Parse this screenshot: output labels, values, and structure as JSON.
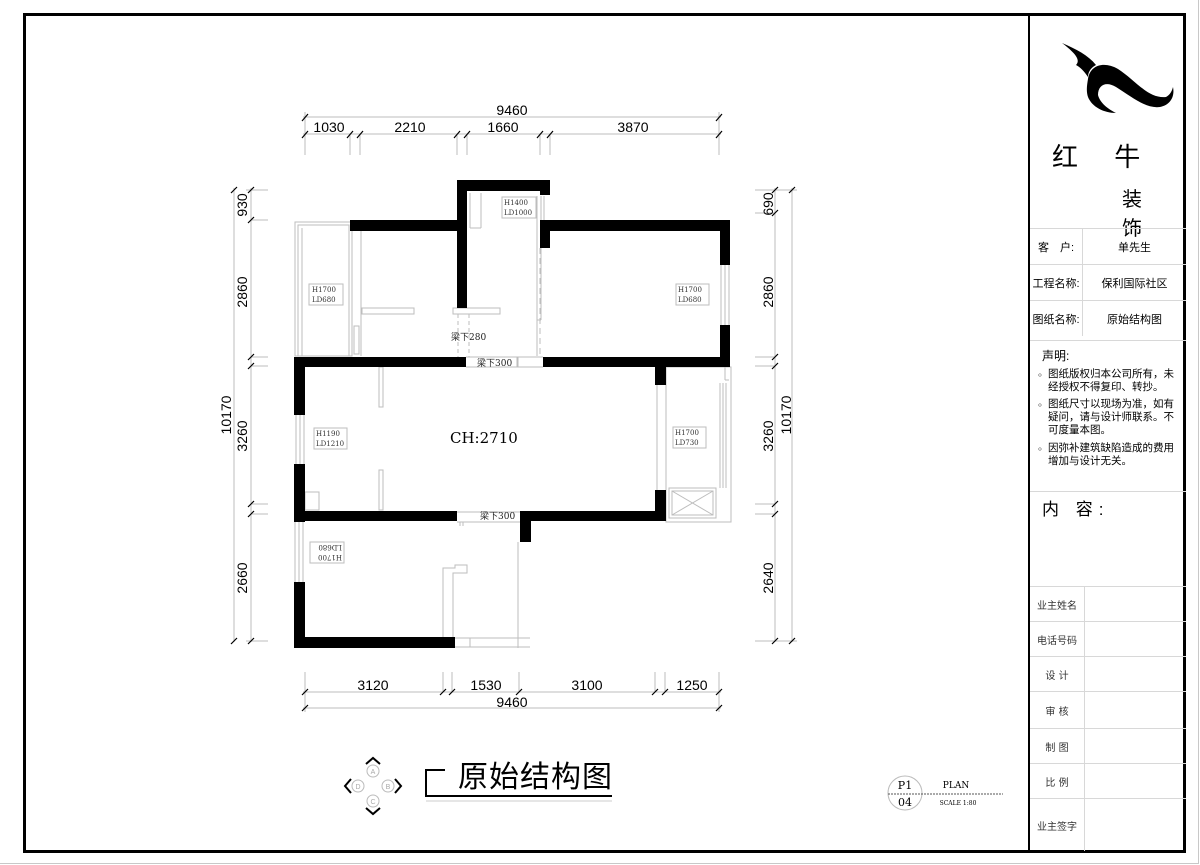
{
  "title_block": {
    "brand": {
      "name_line1": "红 牛",
      "name_line2": "装 饰",
      "logo": "bull-horn-logo-icon"
    },
    "info": [
      {
        "label": "客　户:",
        "value": "单先生"
      },
      {
        "label": "工程名称:",
        "value": "保利国际社区"
      },
      {
        "label": "图纸名称:",
        "value": "原始结构图"
      }
    ],
    "notice": {
      "title": "声明:",
      "items": [
        "图纸版权归本公司所有，未经授权不得复印、转抄。",
        "图纸尺寸以现场为准，如有疑问，请与设计师联系。不可度量本图。",
        "因弥补建筑缺陷造成的费用增加与设计无关。"
      ]
    },
    "content_label": "内 容:",
    "signature_rows": [
      {
        "label": "业主姓名",
        "value": ""
      },
      {
        "label": "电话号码",
        "value": ""
      },
      {
        "label": "设 计",
        "value": ""
      },
      {
        "label": "审 核",
        "value": ""
      },
      {
        "label": "制 图",
        "value": ""
      },
      {
        "label": "比 例",
        "value": ""
      },
      {
        "label": "业主签字",
        "value": ""
      }
    ]
  },
  "plan": {
    "dimensions": {
      "top_total": "9460",
      "top_segments": [
        "1030",
        "2210",
        "1660",
        "3870"
      ],
      "bottom_total": "9460",
      "bottom_segments": [
        "3120",
        "1530",
        "3100",
        "1250"
      ],
      "left_total": "10170",
      "left_segments": [
        "930",
        "2860",
        "3260",
        "2660"
      ],
      "right_total": "10170",
      "right_segments": [
        "690",
        "2860",
        "3260",
        "2640"
      ]
    },
    "window_labels": [
      {
        "h": "H1700",
        "ld": "LD680",
        "room": "north-west-balcony"
      },
      {
        "h": "H1400",
        "ld": "LD1000",
        "room": "kitchen"
      },
      {
        "h": "H1700",
        "ld": "LD680",
        "room": "north-east-bedroom"
      },
      {
        "h": "H1190",
        "ld": "LD1210",
        "room": "living-west"
      },
      {
        "h": "H1700",
        "ld": "LD730",
        "room": "east-balcony"
      },
      {
        "h": "H1700",
        "ld": "LD680",
        "room": "south-west-bedroom"
      }
    ],
    "beam_labels": [
      "梁下280",
      "梁下300",
      "梁下300"
    ],
    "ceiling_height": "CH:2710"
  },
  "drawing_title": "原始结构图",
  "compass": {
    "a": "A",
    "b": "B",
    "c": "C",
    "d": "D"
  },
  "plan_stamp": {
    "sheet": "P1",
    "number": "04",
    "title": "PLAN",
    "scale": "SCALE 1:80"
  }
}
